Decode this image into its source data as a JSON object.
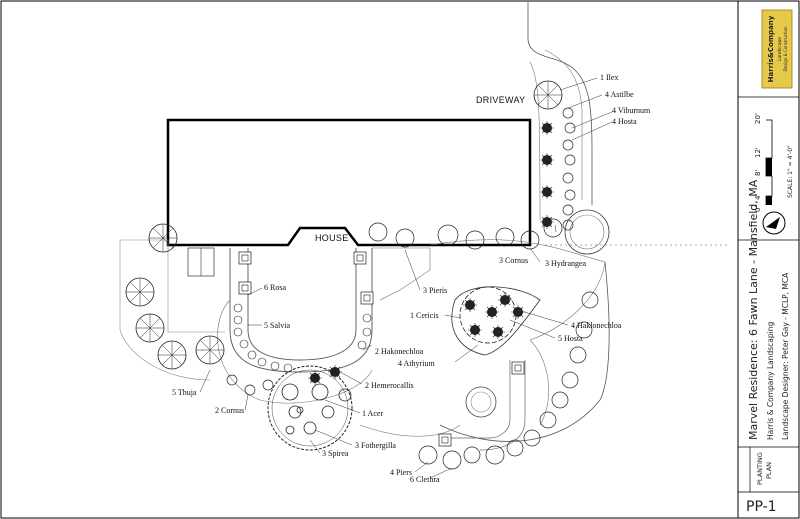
{
  "plan": {
    "driveway": "DRIVEWAY",
    "house": "HOUSE"
  },
  "labels": {
    "ilex": "1 Ilex",
    "astilbe": "4 Astilbe",
    "viburnum": "4 Viburnum",
    "hosta_top": "4 Hosta",
    "cornus_right": "3 Cornus",
    "hydrangea": "3 Hydrangea",
    "pieris": "3 Pieris",
    "rosa": "6 Rosa",
    "salvia": "5 Salvia",
    "cercis": "1 Cericis",
    "haklonechloa": "4 Haklonechloa",
    "hosta_mid": "5 Hosta",
    "hakonechloa": "2 Hakonechloa",
    "athyrium": "4 Athyrium",
    "hemerocallis": "2 Hemerocallis",
    "thuja": "5 Thuja",
    "cornus_left": "2 Cornus",
    "acer": "1 Acer",
    "fothergilla": "3 Fothergilla",
    "spirea": "3 Spirea",
    "piers": "4 Piers",
    "clethra": "6 Clethra"
  },
  "title_block": {
    "logo_line1": "Harris&Company",
    "logo_line2": "Landscape",
    "logo_line3": "Design & Construction",
    "scale_text": "SCALE: 1\" = 4'-0\"",
    "scale_ticks": [
      "0'",
      "4'",
      "8'",
      "12'",
      "20'"
    ],
    "residence": "Marvel Residence: 6 Fawn Lane - Mansfield, MA",
    "company": "Harris & Company Landscaping",
    "designer": "Landscape Designer: Peter Gay - MCLP, MCA",
    "sheet_title_1": "PLANTING",
    "sheet_title_2": "PLAN",
    "sheet_number": "PP-1"
  },
  "icons": {
    "north_arrow": "north-arrow-icon"
  }
}
